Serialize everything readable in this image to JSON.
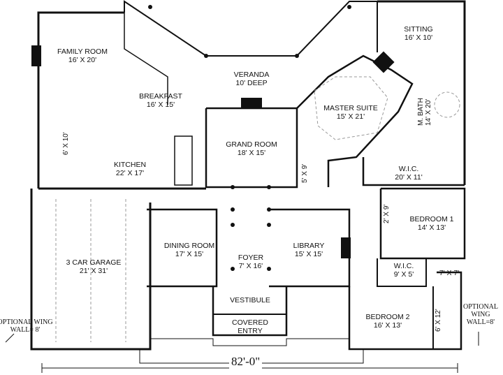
{
  "rooms": [
    {
      "name": "FAMILY ROOM",
      "size": "16' X 20'"
    },
    {
      "name": "VERANDA",
      "size": "10' DEEP"
    },
    {
      "name": "SITTING",
      "size": "16' X 10'"
    },
    {
      "name": "BREAKFAST",
      "size": "16' X 15'"
    },
    {
      "name": "MASTER SUITE",
      "size": "15' X 21'"
    },
    {
      "name": "M. BATH",
      "size": "14' X 20'"
    },
    {
      "name": "GRAND ROOM",
      "size": "18' X 15'"
    },
    {
      "name": "KITCHEN",
      "size": "22' X 17'"
    },
    {
      "name": "W.I.C.",
      "size": "20' X 11'"
    },
    {
      "name": "BEDROOM 1",
      "size": "14' X 13'"
    },
    {
      "name": "DINING ROOM",
      "size": "17' X 15'"
    },
    {
      "name": "FOYER",
      "size": "7' X 16'"
    },
    {
      "name": "LIBRARY",
      "size": "15' X 15'"
    },
    {
      "name": "3 CAR GARAGE",
      "size": "21' X 31'"
    },
    {
      "name": "W.I.C.",
      "size": "9' X 5'"
    },
    {
      "name": "VESTIBULE",
      "size": ""
    },
    {
      "name": "COVERED",
      "size": "ENTRY"
    },
    {
      "name": "BEDROOM 2",
      "size": "16' X 13'"
    }
  ],
  "small_dims": {
    "laundry": "6' X 10'",
    "powder": "5' X 9'",
    "closet": "2' X 9'",
    "bath2": "7' X 7'",
    "bath3": "6' X 12'"
  },
  "notes": {
    "left_wing": [
      "OPTIONAL WING",
      "WALL= 8'"
    ],
    "right_wing": [
      "OPTIONAL",
      "WING",
      "WALL=8'"
    ],
    "overall_width": "82'-0\""
  }
}
